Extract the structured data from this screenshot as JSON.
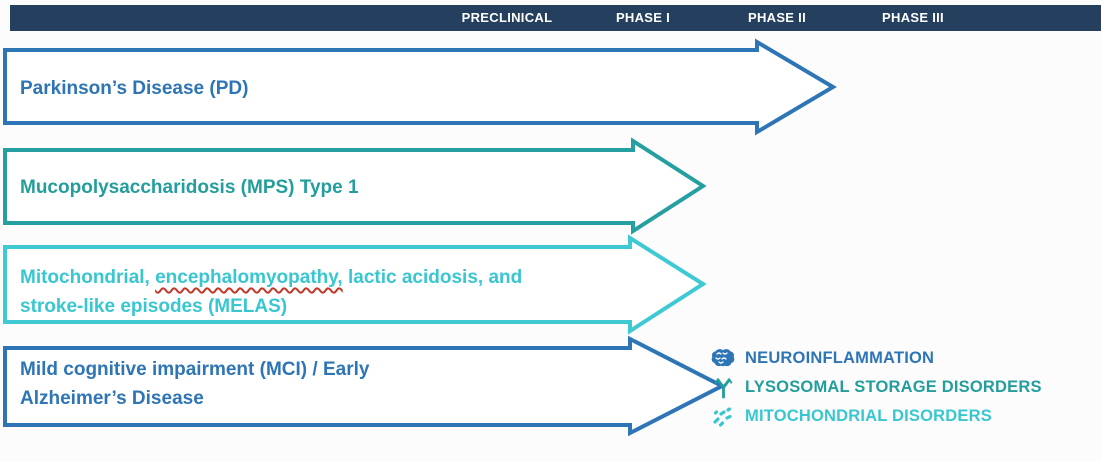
{
  "phases_bar": {
    "background_color": "#24405E",
    "text_color": "#FFFFFF",
    "labels": [
      "PRECLINICAL",
      "PHASE I",
      "PHASE II",
      "PHASE III"
    ]
  },
  "pipeline": {
    "rows": [
      {
        "label": "Parkinson’s Disease (PD)",
        "color": "#2E75B6",
        "category": "Neuroinflammation",
        "phase_reached": "Phase II"
      },
      {
        "label": "Mucopolysaccharidosis (MPS) Type 1",
        "color": "#239E9D",
        "category": "Lysosomal storage disorders",
        "phase_reached": "Phase I"
      },
      {
        "line1_pre": "Mitochondrial, ",
        "line1_spellcheck": "encephalomyopathy,",
        "line1_post": " lactic acidosis, and",
        "line2": "stroke-like episodes (MELAS)",
        "color": "#38C7D1",
        "category": "Mitochondrial disorders",
        "phase_reached": "Phase I"
      },
      {
        "line1": "Mild cognitive impairment (MCI) / Early",
        "line2": "Alzheimer’s Disease",
        "color": "#2E75B6",
        "category": "Neuroinflammation",
        "phase_reached": "Phase I"
      }
    ]
  },
  "legend": {
    "items": [
      {
        "icon": "brain-icon",
        "label": "NEUROINFLAMMATION",
        "color": "#2E75B6"
      },
      {
        "icon": "antibody-icon",
        "label": "LYSOSOMAL STORAGE DISORDERS",
        "color": "#239E9D"
      },
      {
        "icon": "mitochondria-scatter-icon",
        "label": "MITOCHONDRIAL DISORDERS",
        "color": "#38C7D1"
      }
    ]
  },
  "spellcheck_underline_color": "#C0392B"
}
